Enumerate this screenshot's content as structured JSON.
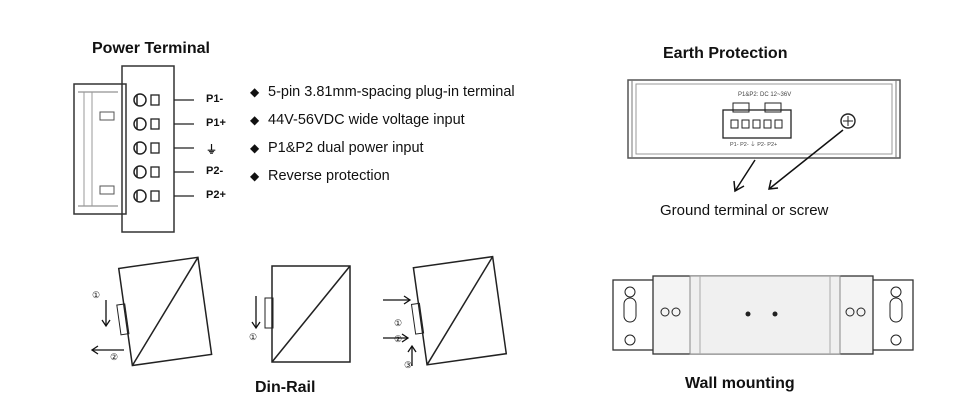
{
  "power_terminal": {
    "title": "Power Terminal",
    "pins": [
      "P1-",
      "P1+",
      "⏚",
      "P2-",
      "P2+"
    ]
  },
  "features": [
    "5-pin 3.81mm-spacing plug-in terminal",
    "44V-56VDC wide voltage input",
    "P1&P2 dual power input",
    "Reverse protection"
  ],
  "earth_protection": {
    "title": "Earth Protection",
    "panel_label": "P1&P2: DC 12~36V",
    "pin_strip": "P1-  P2-  ⏚  P2-  P2+",
    "caption": "Ground terminal or screw"
  },
  "din_rail": {
    "title": "Din-Rail",
    "step_markers": [
      "①",
      "②",
      "①",
      "①",
      "②",
      "③"
    ]
  },
  "wall_mounting": {
    "title": "Wall mounting"
  }
}
